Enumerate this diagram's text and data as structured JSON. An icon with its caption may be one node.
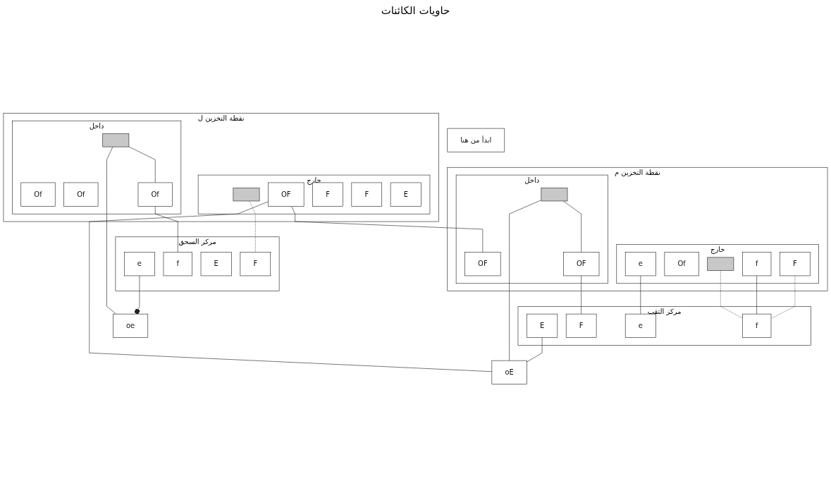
{
  "diagram": {
    "nodes": [
      {
        "text": [
          "نقطة التخزين ل"
        ]
      },
      {
        "text": [
          "داخل"
        ],
        "in": 0
      },
      {
        "text": [
          "خارج"
        ],
        "in": 0
      },
      {
        "text": [
          "Of"
        ],
        "in": 1
      },
      {
        "text": [
          "Of"
        ],
        "in": 1
      },
      {
        "text": [],
        "shape": "box",
        "in": 1
      },
      {
        "text": [
          "Of"
        ],
        "in": 1
      },
      {
        "text": [],
        "shape": "box",
        "in": 2
      },
      {
        "text": [
          "OF"
        ],
        "in": 2
      },
      {
        "text": [
          "F"
        ],
        "in": 2
      },
      {
        "text": [
          "F"
        ],
        "in": 2
      },
      {
        "text": [
          "E"
        ],
        "in": 2
      },
      {
        "text": [
          "نقطة التخزين م"
        ]
      },
      {
        "text": [
          "داخل"
        ],
        "in": 12
      },
      {
        "text": [
          "خارج"
        ],
        "in": 12
      },
      {
        "text": [
          "OF"
        ],
        "in": 13
      },
      {
        "text": [],
        "shape": "box",
        "in": 13
      },
      {
        "text": [
          "OF"
        ],
        "in": 13
      },
      {
        "text": [],
        "shape": "box",
        "in": 14
      },
      {
        "text": [
          "Of"
        ],
        "in": 14
      },
      {
        "text": [
          "f"
        ],
        "in": 14
      },
      {
        "text": [
          "F"
        ],
        "in": 14
      },
      {
        "text": [
          "e"
        ],
        "in": 14
      },
      {
        "text": [
          "oe"
        ]
      },
      {
        "text": [
          "oE"
        ]
      },
      {
        "text": [
          "مركز السحق"
        ]
      },
      {
        "text": [
          "e"
        ],
        "in": 25
      },
      {
        "text": [
          "f"
        ],
        "in": 25
      },
      {
        "text": [
          "E"
        ],
        "in": 25
      },
      {
        "text": [
          "F"
        ],
        "in": 25
      },
      {
        "text": [
          "ابدأ من هنا"
        ]
      },
      {
        "text": [
          "مركز الثقب"
        ]
      },
      {
        "text": [
          "E"
        ],
        "in": 31
      },
      {
        "text": [
          "F"
        ],
        "in": 31
      },
      {
        "text": [
          "e"
        ],
        "in": 31
      },
      {
        "text": [
          "f"
        ],
        "in": 31
      }
    ],
    "edges": [
      {
        "from": 5,
        "to": 6,
        "arrow": "none"
      },
      {
        "from": 5,
        "to": 23,
        "arrow": "none"
      },
      {
        "from": 26,
        "to": 23,
        "arrow": "other"
      },
      {
        "from": 6,
        "to": 27,
        "arrow": "none"
      },
      {
        "from": 7,
        "to": 29,
        "arrow": "none",
        "style": "dashed"
      },
      {
        "from": 8,
        "to": 15,
        "arrow": "none"
      },
      {
        "from": 8,
        "to": 24,
        "arrow": "none"
      },
      {
        "from": 16,
        "to": 24,
        "arrow": "none"
      },
      {
        "from": 32,
        "to": 24,
        "arrow": "none"
      },
      {
        "from": 16,
        "to": 17,
        "arrow": "none"
      },
      {
        "from": 17,
        "to": 33,
        "arrow": "none"
      },
      {
        "from": 18,
        "to": 35,
        "arrow": "none",
        "style": "dashed"
      },
      {
        "from": 20,
        "to": 35,
        "arrow": "none"
      },
      {
        "from": 21,
        "to": 35,
        "arrow": "none",
        "style": "dashed"
      },
      {
        "from": 22,
        "to": 34,
        "arrow": "none"
      }
    ],
    "labels": [
      "حاويات الكائنات"
    ]
  }
}
